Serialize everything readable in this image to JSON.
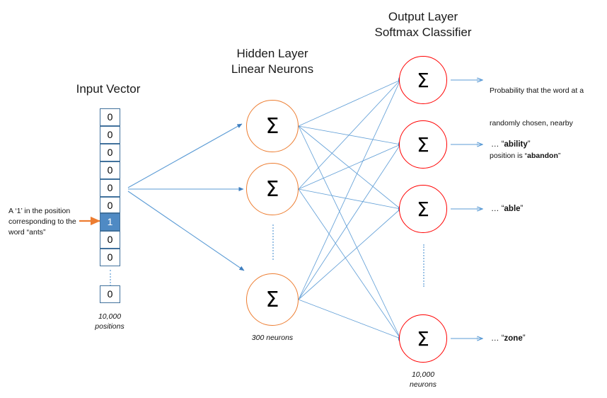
{
  "diagram": {
    "title_input": "Input Vector",
    "title_hidden_line1": "Hidden Layer",
    "title_hidden_line2": "Linear Neurons",
    "title_output_line1": "Output Layer",
    "title_output_line2": "Softmax Classifier",
    "neuron_symbol": "Σ"
  },
  "input_vector": {
    "cells": [
      "0",
      "0",
      "0",
      "0",
      "0",
      "0",
      "0",
      "1",
      "0",
      "0"
    ],
    "active_index": 7,
    "tail_cell": "0",
    "caption_line1": "10,000",
    "caption_line2": "positions",
    "annotation_line1": "A ‘1’ in the position",
    "annotation_line2": "corresponding to the",
    "annotation_line3": "word “ants”"
  },
  "hidden_layer": {
    "neuron_count_label": "300 neurons",
    "neurons": [
      "Σ",
      "Σ",
      "Σ"
    ]
  },
  "output_layer": {
    "neuron_count_line1": "10,000",
    "neuron_count_line2": "neurons",
    "neurons": [
      "Σ",
      "Σ",
      "Σ",
      "Σ"
    ],
    "labels": [
      {
        "kind": "probability",
        "line1": "Probability that the word at a",
        "line2": "randomly chosen, nearby",
        "line3_prefix": "position is “",
        "line3_word": "abandon",
        "line3_suffix": "”"
      },
      {
        "kind": "word",
        "prefix": "… “",
        "word": "ability",
        "suffix": "”"
      },
      {
        "kind": "word",
        "prefix": "… “",
        "word": "able",
        "suffix": "”"
      },
      {
        "kind": "word",
        "prefix": "… “",
        "word": "zone",
        "suffix": "”"
      }
    ]
  },
  "colors": {
    "hidden_neuron_stroke": "#ED7D31",
    "output_neuron_stroke": "#FF0000",
    "wire": "#5B9BD5",
    "input_cell_border": "#41719C",
    "active_cell_fill": "#4F8AC4",
    "orange_arrow": "#ED7D31",
    "dotted": "#9DC3E6"
  }
}
